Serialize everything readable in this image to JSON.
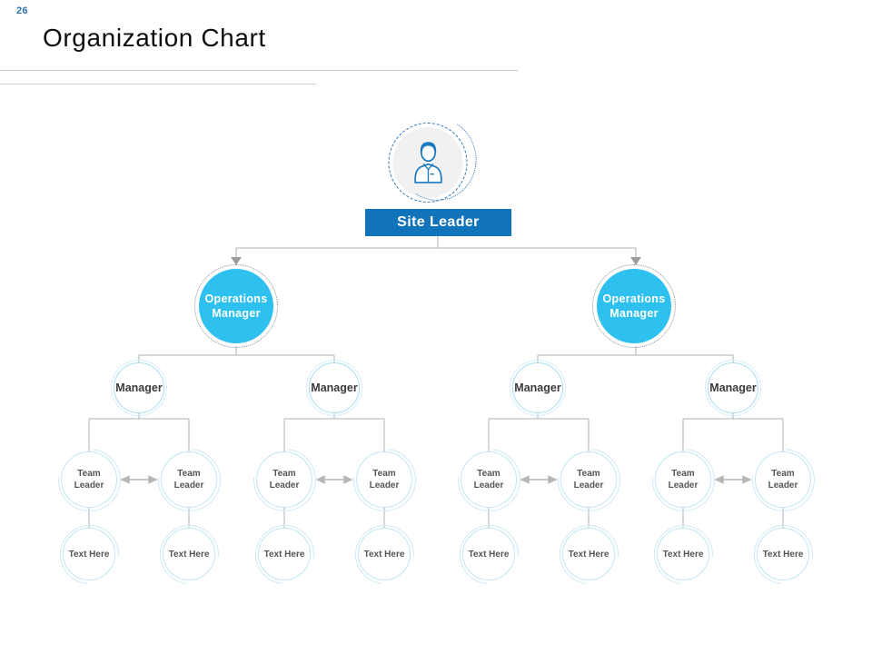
{
  "slide": {
    "page_number": "26",
    "title": "Organization Chart"
  },
  "colors": {
    "accent_blue": "#1173b9",
    "accent_cyan": "#2ec1ef",
    "page_number_blue": "#2e74b5",
    "connector_gray": "#b2b2b2",
    "node_ring_cyan": "#a8def2",
    "photo_circle_gray": "#f1f1f2"
  },
  "org_chart": {
    "site_leader": {
      "label": "Site Leader",
      "icon": "person-icon"
    },
    "operations_managers": [
      {
        "label": "Operations Manager"
      },
      {
        "label": "Operations Manager"
      }
    ],
    "managers": [
      {
        "label": "Manager"
      },
      {
        "label": "Manager"
      },
      {
        "label": "Manager"
      },
      {
        "label": "Manager"
      }
    ],
    "team_leaders": [
      {
        "label": "Team Leader"
      },
      {
        "label": "Team Leader"
      },
      {
        "label": "Team Leader"
      },
      {
        "label": "Team Leader"
      },
      {
        "label": "Team Leader"
      },
      {
        "label": "Team Leader"
      },
      {
        "label": "Team Leader"
      },
      {
        "label": "Team Leader"
      }
    ],
    "text_placeholders": [
      {
        "label": "Text Here"
      },
      {
        "label": "Text Here"
      },
      {
        "label": "Text Here"
      },
      {
        "label": "Text Here"
      },
      {
        "label": "Text Here"
      },
      {
        "label": "Text Here"
      },
      {
        "label": "Text Here"
      },
      {
        "label": "Text Here"
      }
    ]
  }
}
